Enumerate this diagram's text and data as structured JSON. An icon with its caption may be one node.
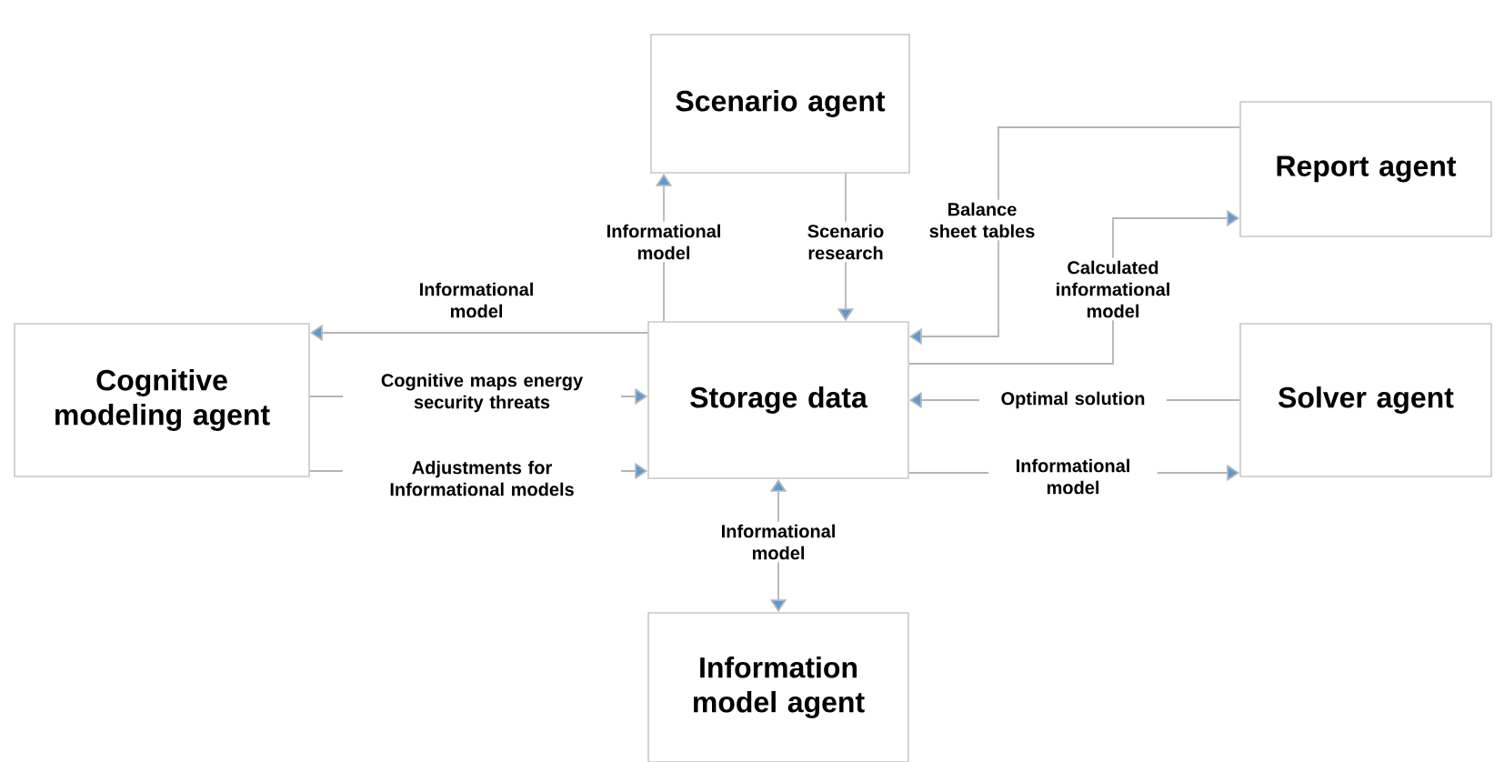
{
  "diagram": {
    "nodes": [
      {
        "text": [
          "Scenario agent"
        ]
      },
      {
        "text": [
          "Report agent"
        ]
      },
      {
        "text": [
          "Cognitive modeling agent"
        ]
      },
      {
        "text": [
          "Storage data"
        ]
      },
      {
        "text": [
          "Solver agent"
        ]
      },
      {
        "text": [
          "Information model agent"
        ]
      }
    ],
    "edges": [
      {
        "from": 3,
        "to": 0,
        "arrow": "to",
        "label": "Informational model"
      },
      {
        "from": 0,
        "to": 3,
        "arrow": "to",
        "label": "Scenario research"
      },
      {
        "from": 3,
        "to": 2,
        "arrow": "to",
        "label": "Informational model"
      },
      {
        "from": 2,
        "to": 3,
        "arrow": "to",
        "label": "Cognitive maps energy security threats"
      },
      {
        "from": 2,
        "to": 3,
        "arrow": "to",
        "label": "Adjustments for Informational models"
      },
      {
        "from": 1,
        "to": 3,
        "arrow": "to",
        "label": "Balance sheet tables"
      },
      {
        "from": 3,
        "to": 1,
        "arrow": "to",
        "label": "Calculated informational model"
      },
      {
        "from": 4,
        "to": 3,
        "arrow": "to",
        "label": "Optimal solution"
      },
      {
        "from": 3,
        "to": 4,
        "arrow": "to",
        "label": "Informational model"
      },
      {
        "from": 3,
        "to": 5,
        "arrow": "both",
        "label": "Informational model"
      }
    ]
  }
}
